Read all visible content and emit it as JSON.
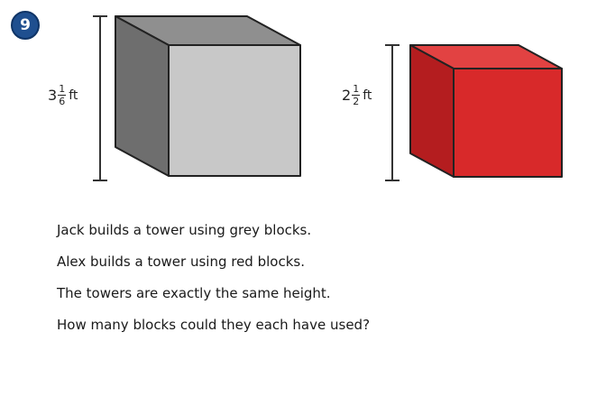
{
  "question_number": "9",
  "grey_block": {
    "height_whole": "3",
    "height_numerator": "1",
    "height_denominator": "6",
    "unit": "ft",
    "colors": {
      "front": "#c8c8c8",
      "side": "#6e6e6e",
      "top": "#8f8f8f"
    }
  },
  "red_block": {
    "height_whole": "2",
    "height_numerator": "1",
    "height_denominator": "2",
    "unit": "ft",
    "colors": {
      "front": "#d8292a",
      "side": "#b41d1f",
      "top": "#e24242"
    }
  },
  "lines": [
    "Jack builds a tower using grey blocks.",
    "Alex builds a tower using red blocks.",
    "The towers are exactly the same height.",
    "How many blocks could they each have used?"
  ]
}
